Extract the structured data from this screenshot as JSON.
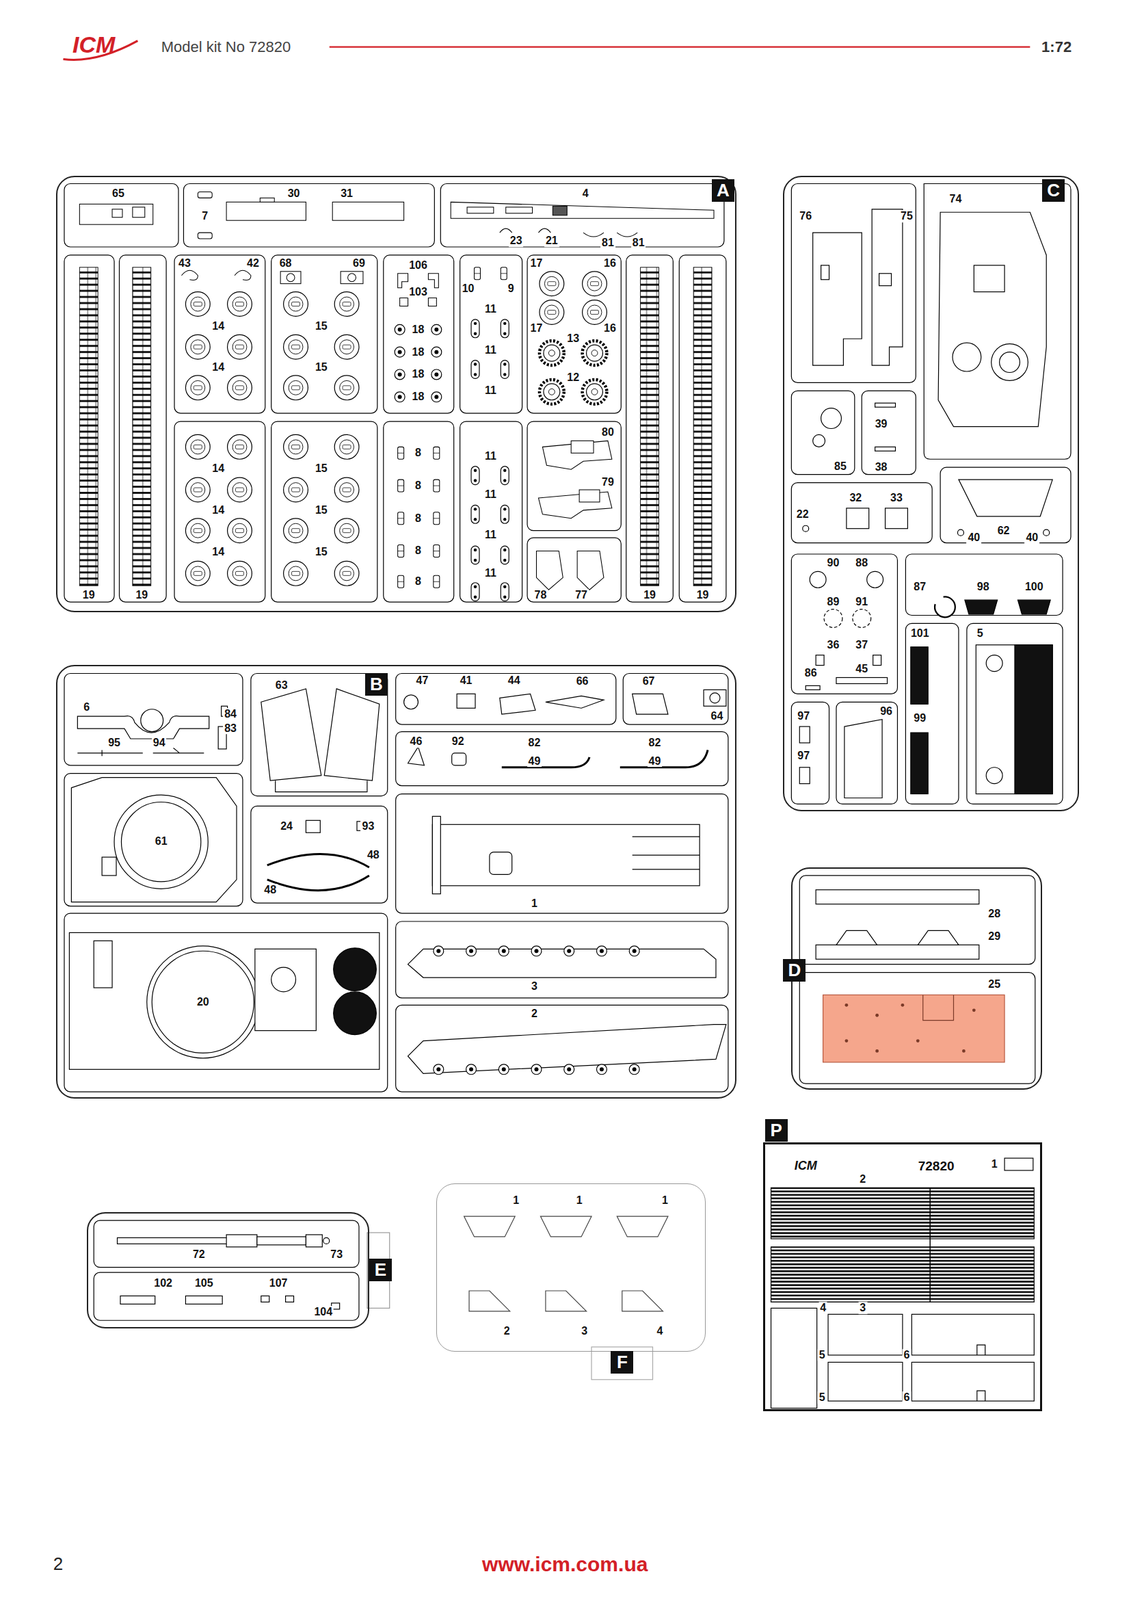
{
  "diagram": {
    "title": "Model kit No 72820",
    "nodes": [
      {
        "text": [
          "A"
        ]
      },
      {
        "text": [
          "B"
        ]
      },
      {
        "text": [
          "C"
        ]
      },
      {
        "text": [
          "D"
        ]
      },
      {
        "text": [
          "E"
        ]
      },
      {
        "text": [
          "F"
        ]
      },
      {
        "text": [
          "P"
        ]
      }
    ],
    "labels": [
      "ICM",
      "1:72",
      "2",
      "www.icm.com.ua",
      "65",
      "7",
      "30",
      "31",
      "4",
      "23",
      "21",
      "81",
      "81",
      "43",
      "42",
      "68",
      "69",
      "106",
      "103",
      "18",
      "18",
      "18",
      "18",
      "10",
      "9",
      "11",
      "11",
      "11",
      "17",
      "16",
      "17",
      "16",
      "13",
      "12",
      "14",
      "14",
      "15",
      "15",
      "19",
      "19",
      "19",
      "19",
      "14",
      "14",
      "14",
      "15",
      "15",
      "15",
      "8",
      "8",
      "8",
      "8",
      "8",
      "11",
      "11",
      "11",
      "11",
      "80",
      "79",
      "78",
      "77",
      "6",
      "84",
      "83",
      "95",
      "94",
      "63",
      "47",
      "41",
      "44",
      "66",
      "67",
      "64",
      "46",
      "92",
      "82",
      "49",
      "82",
      "49",
      "61",
      "24",
      "93",
      "48",
      "48",
      "1",
      "20",
      "3",
      "2",
      "76",
      "75",
      "74",
      "85",
      "39",
      "38",
      "22",
      "32",
      "33",
      "40",
      "62",
      "40",
      "90",
      "88",
      "89",
      "91",
      "36",
      "37",
      "86",
      "45",
      "87",
      "98",
      "100",
      "101",
      "5",
      "99",
      "97",
      "97",
      "96",
      "28",
      "29",
      "25",
      "72",
      "73",
      "102",
      "105",
      "107",
      "104",
      "1",
      "1",
      "1",
      "2",
      "3",
      "4",
      "ICM",
      "72820",
      "1",
      "2",
      "4",
      "3",
      "5",
      "5",
      "6",
      "6"
    ]
  }
}
